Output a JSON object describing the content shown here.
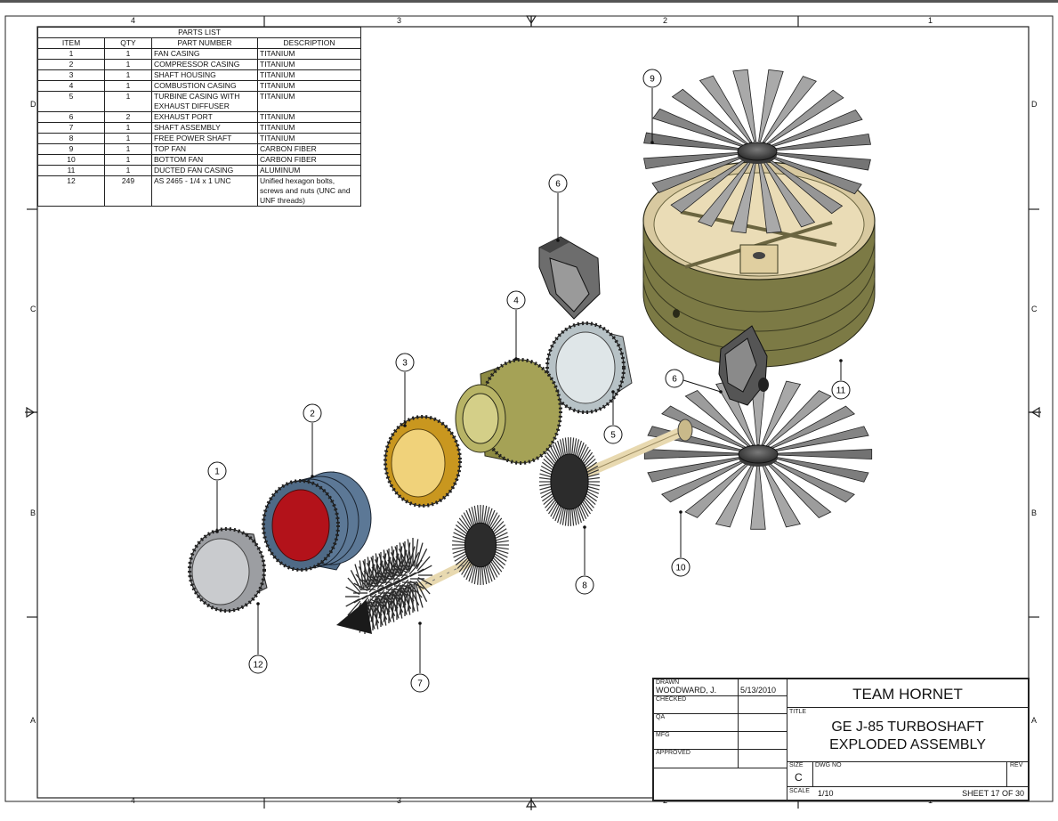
{
  "zones": {
    "columns": [
      "4",
      "3",
      "2",
      "1"
    ],
    "rows": [
      "D",
      "C",
      "B",
      "A"
    ]
  },
  "parts_list": {
    "title": "PARTS LIST",
    "headers": [
      "ITEM",
      "QTY",
      "PART NUMBER",
      "DESCRIPTION"
    ],
    "rows": [
      {
        "item": "1",
        "qty": "1",
        "part": "FAN CASING",
        "desc": "TITANIUM"
      },
      {
        "item": "2",
        "qty": "1",
        "part": "COMPRESSOR CASING",
        "desc": "TITANIUM"
      },
      {
        "item": "3",
        "qty": "1",
        "part": "SHAFT HOUSING",
        "desc": "TITANIUM"
      },
      {
        "item": "4",
        "qty": "1",
        "part": "COMBUSTION CASING",
        "desc": "TITANIUM"
      },
      {
        "item": "5",
        "qty": "1",
        "part": "TURBINE CASING WITH EXHAUST DIFFUSER",
        "desc": "TITANIUM"
      },
      {
        "item": "6",
        "qty": "2",
        "part": "EXHAUST PORT",
        "desc": "TITANIUM"
      },
      {
        "item": "7",
        "qty": "1",
        "part": "SHAFT ASSEMBLY",
        "desc": "TITANIUM"
      },
      {
        "item": "8",
        "qty": "1",
        "part": "FREE POWER SHAFT",
        "desc": "TITANIUM"
      },
      {
        "item": "9",
        "qty": "1",
        "part": "TOP FAN",
        "desc": "CARBON FIBER"
      },
      {
        "item": "10",
        "qty": "1",
        "part": "BOTTOM FAN",
        "desc": "CARBON FIBER"
      },
      {
        "item": "11",
        "qty": "1",
        "part": "DUCTED FAN CASING",
        "desc": "ALUMINUM"
      },
      {
        "item": "12",
        "qty": "249",
        "part": "AS 2465 - 1/4 x 1  UNC",
        "desc": "Unified hexagon bolts, screws and nuts (UNC and UNF threads)"
      }
    ]
  },
  "balloons": [
    "1",
    "2",
    "3",
    "4",
    "5",
    "6",
    "6",
    "7",
    "8",
    "9",
    "10",
    "11",
    "12"
  ],
  "title_block": {
    "drawn_label": "DRAWN",
    "drawn_by": "WOODWARD, J.",
    "drawn_date": "5/13/2010",
    "checked_label": "CHECKED",
    "qa_label": "QA",
    "mfg_label": "MFG",
    "approved_label": "APPROVED",
    "company": "TEAM HORNET",
    "title_label": "TITLE",
    "title_line1": "GE J-85 TURBOSHAFT",
    "title_line2": "EXPLODED ASSEMBLY",
    "size_label": "SIZE",
    "size": "C",
    "dwg_label": "DWG NO",
    "rev_label": "REV",
    "scale_label": "SCALE",
    "scale": "1/10",
    "sheet": "SHEET 17 OF 30"
  },
  "colors": {
    "casing_grey": "#8d8f93",
    "compressor_blue": "#4f6a86",
    "compressor_red": "#b3121a",
    "housing_gold": "#c9971f",
    "combustion_olive": "#8d8a42",
    "turbine_silver": "#9aa7ad",
    "duct_olive": "#7c7a45",
    "shaft_cream": "#e8d9b0",
    "dark": "#2a2a2a"
  }
}
